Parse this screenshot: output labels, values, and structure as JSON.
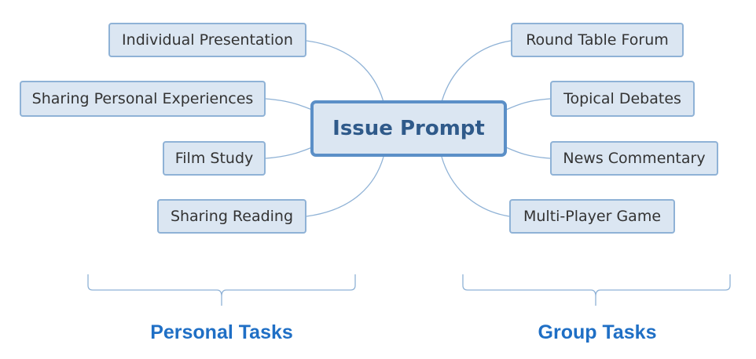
{
  "center": {
    "label": "Issue Prompt"
  },
  "left_nodes": [
    {
      "label": "Individual Presentation"
    },
    {
      "label": "Sharing Personal Experiences"
    },
    {
      "label": "Film Study"
    },
    {
      "label": "Sharing Reading"
    }
  ],
  "right_nodes": [
    {
      "label": "Round Table Forum"
    },
    {
      "label": "Topical Debates"
    },
    {
      "label": "News Commentary"
    },
    {
      "label": "Multi-Player Game"
    }
  ],
  "groups": {
    "left_label": "Personal Tasks",
    "right_label": "Group Tasks"
  },
  "colors": {
    "node_fill": "#dbe6f2",
    "node_border": "#8fb2d6",
    "center_border": "#5b8fc7",
    "center_text": "#2f5a8a",
    "connector": "#8fb2d6",
    "group_label": "#1f6fc5"
  }
}
